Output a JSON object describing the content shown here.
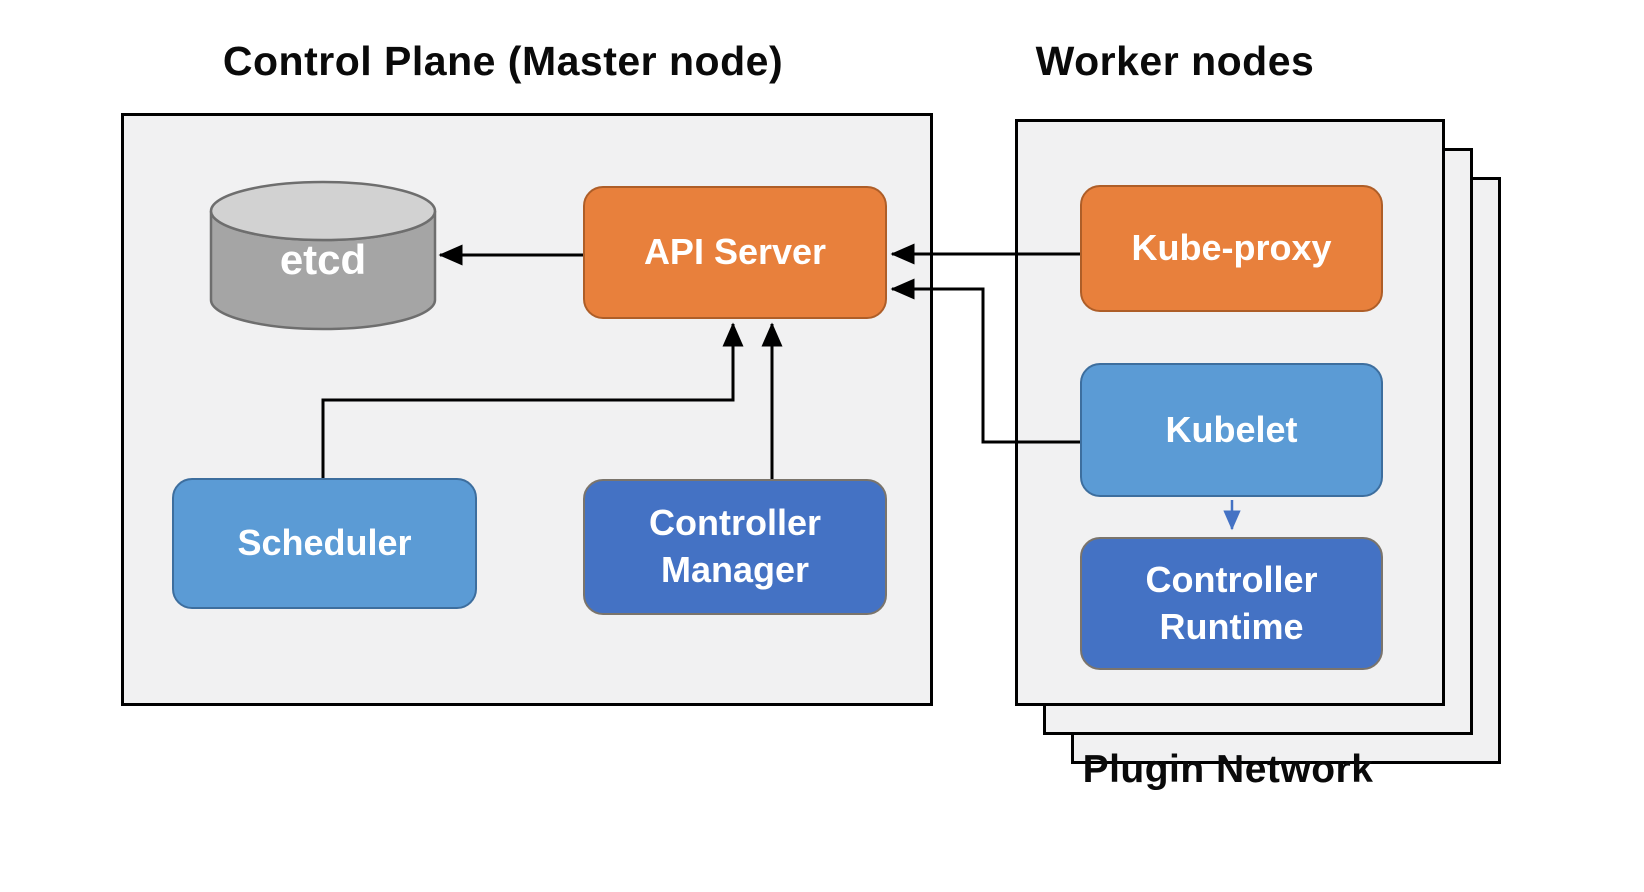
{
  "titles": {
    "control_plane": "Control Plane (Master node)",
    "worker_nodes": "Worker nodes",
    "plugin_network": "Plugin Network"
  },
  "control_plane": {
    "nodes": {
      "etcd": {
        "label": "etcd",
        "shape": "cylinder",
        "fill": "#A5A5A5"
      },
      "api_server": {
        "label": "API Server",
        "fill": "#E8803C"
      },
      "scheduler": {
        "label": "Scheduler",
        "fill": "#5B9BD5"
      },
      "controller_manager": {
        "label": "Controller Manager",
        "fill": "#4472C4"
      }
    }
  },
  "worker_nodes": {
    "stacked_sheets": 3,
    "nodes": {
      "kube_proxy": {
        "label": "Kube-proxy",
        "fill": "#E8803C"
      },
      "kubelet": {
        "label": "Kubelet",
        "fill": "#5B9BD5"
      },
      "controller_runtime": {
        "label": "Controller Runtime",
        "fill": "#4472C4"
      }
    }
  },
  "edges": [
    {
      "from": "api_server",
      "to": "etcd",
      "style": "arrow",
      "color": "#000000"
    },
    {
      "from": "scheduler",
      "to": "api_server",
      "style": "arrow",
      "color": "#000000"
    },
    {
      "from": "controller_manager",
      "to": "api_server",
      "style": "arrow",
      "color": "#000000"
    },
    {
      "from": "kube_proxy",
      "to": "api_server",
      "style": "arrow",
      "color": "#000000"
    },
    {
      "from": "kubelet",
      "to": "api_server",
      "style": "arrow",
      "color": "#000000"
    },
    {
      "from": "kubelet",
      "to": "controller_runtime",
      "style": "arrow",
      "color": "#4472C4"
    }
  ],
  "colors": {
    "container_fill": "#F1F1F2",
    "container_border": "#000000",
    "orange": "#E8803C",
    "light_blue": "#5B9BD5",
    "dark_blue": "#4472C4",
    "cylinder_gray": "#A5A5A5",
    "cylinder_top": "#D2D2D2",
    "label_text": "#FFFFFF"
  }
}
